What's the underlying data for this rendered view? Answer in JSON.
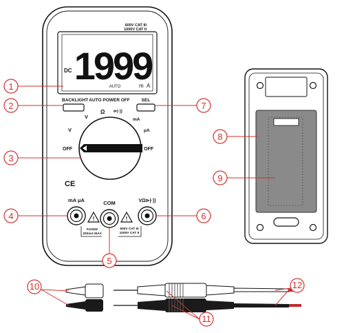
{
  "meter": {
    "rating_line1": "600V  CAT III",
    "rating_line2": "1000V  CAT II",
    "display": {
      "mode": "DC",
      "reading": "1999",
      "range": "AUTO",
      "unit_m": "m",
      "unit_a": "A"
    },
    "backlight_label": "BACKLIGHT",
    "auto_power_off": "AUTO POWER OFF",
    "sel_label": "SEL",
    "dial": {
      "off_left": "OFF",
      "off_right": "OFF",
      "v_dc": "V",
      "v_ac": "V",
      "ohm": "Ω",
      "diode": "⊳|·))",
      "ma": "mA",
      "ua": "μA"
    },
    "ce_mark": "CE",
    "jacks": {
      "ma_ua": "mA μA",
      "com": "COM",
      "v_ohm": "VΩ⊳|·))",
      "fused_line1": "FUSED",
      "fused_line2": "200mA MAX",
      "v_rating1": "600V  CAT III",
      "v_rating2": "1000V  CAT II"
    }
  },
  "callouts": [
    "1",
    "2",
    "3",
    "4",
    "5",
    "6",
    "7",
    "8",
    "9",
    "10",
    "11",
    "12"
  ],
  "colors": {
    "callout": "#d32f2f",
    "lead_black": "#1a1a1a",
    "lead_red_end": "#c62828",
    "holster": "#888888"
  }
}
